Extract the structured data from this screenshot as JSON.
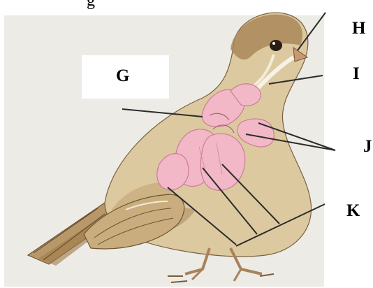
{
  "diagram": {
    "top_partial_text": "g",
    "labels": {
      "g": "G",
      "h": "H",
      "i": "I",
      "j": "J",
      "k": "K"
    }
  },
  "colors": {
    "background": "#ecebe6",
    "bird_body": "#d8c49a",
    "bird_shading": "#9c7a4a",
    "air_sacs": "#f2b8c8",
    "air_sac_outline": "#c97e95",
    "leader_lines": "#2b2b2b"
  },
  "icons": [
    "bird-illustration",
    "air-sacs-illustration",
    "lungs-illustration"
  ]
}
